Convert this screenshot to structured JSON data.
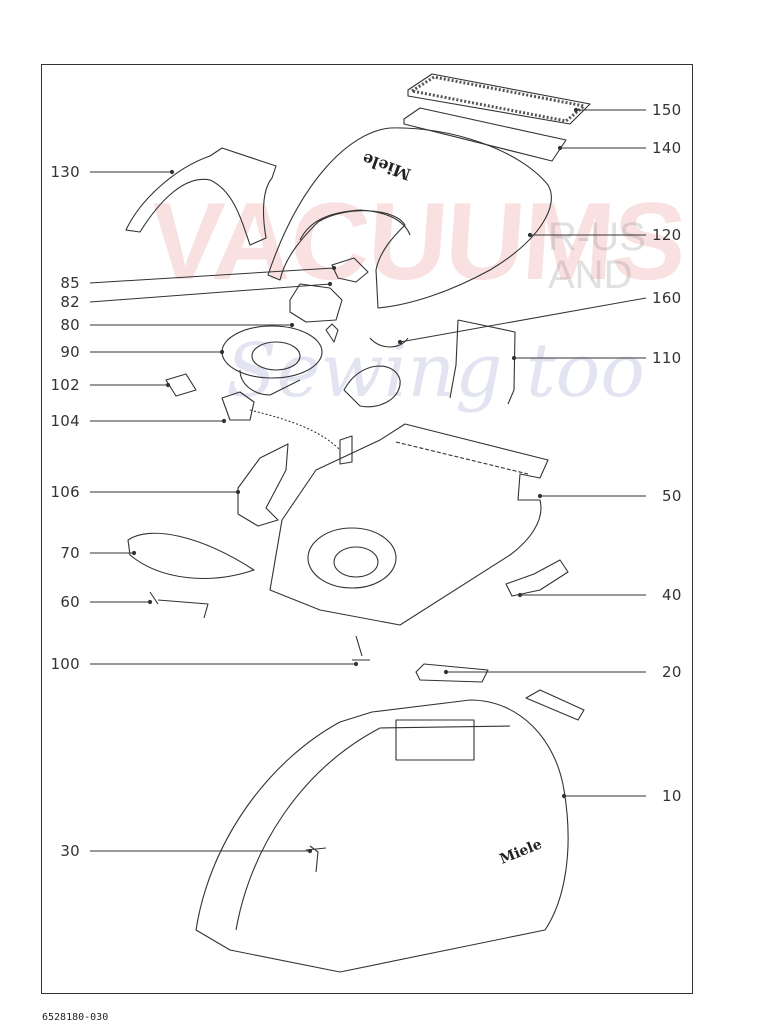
{
  "document_number": "6528180-030",
  "watermark": {
    "brand": "VACUUMS",
    "side_top": "R-US",
    "side_bottom": "AND",
    "script": "Sewing too"
  },
  "callouts_left": [
    {
      "id": "130",
      "label": "130"
    },
    {
      "id": "85",
      "label": "85"
    },
    {
      "id": "82",
      "label": "82"
    },
    {
      "id": "80",
      "label": "80"
    },
    {
      "id": "90",
      "label": "90"
    },
    {
      "id": "102",
      "label": "102"
    },
    {
      "id": "104",
      "label": "104"
    },
    {
      "id": "106",
      "label": "106"
    },
    {
      "id": "70",
      "label": "70"
    },
    {
      "id": "60",
      "label": "60"
    },
    {
      "id": "100",
      "label": "100"
    },
    {
      "id": "30",
      "label": "30"
    }
  ],
  "callouts_right": [
    {
      "id": "150",
      "label": "150"
    },
    {
      "id": "140",
      "label": "140"
    },
    {
      "id": "120",
      "label": "120"
    },
    {
      "id": "160",
      "label": "160"
    },
    {
      "id": "110",
      "label": "110"
    },
    {
      "id": "50",
      "label": "50"
    },
    {
      "id": "40",
      "label": "40"
    },
    {
      "id": "20",
      "label": "20"
    },
    {
      "id": "10",
      "label": "10"
    }
  ],
  "brand_marks": {
    "lid_brand": "Miele",
    "base_brand": "Miele"
  }
}
